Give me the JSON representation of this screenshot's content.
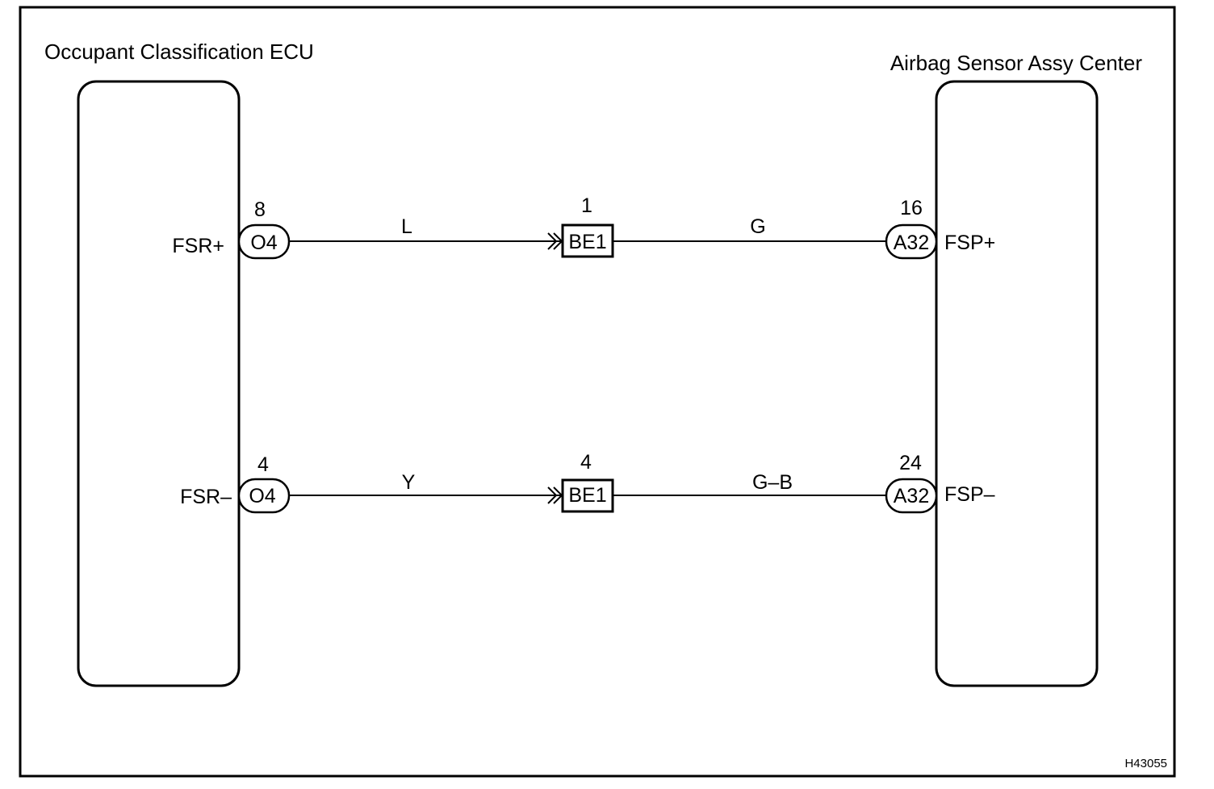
{
  "figure_id": "H43055",
  "components": {
    "left": {
      "name": "Occupant Classification ECU"
    },
    "right": {
      "name": "Airbag Sensor Assy Center"
    }
  },
  "circuits": [
    {
      "left_terminal": "FSR+",
      "left_connector": "O4",
      "left_pin": "8",
      "left_wire": "L",
      "junction_connector": "BE1",
      "junction_pin": "1",
      "right_wire": "G",
      "right_connector": "A32",
      "right_pin": "16",
      "right_terminal": "FSP+"
    },
    {
      "left_terminal": "FSR–",
      "left_connector": "O4",
      "left_pin": "4",
      "left_wire": "Y",
      "junction_connector": "BE1",
      "junction_pin": "4",
      "right_wire": "G–B",
      "right_connector": "A32",
      "right_pin": "24",
      "right_terminal": "FSP–"
    }
  ]
}
